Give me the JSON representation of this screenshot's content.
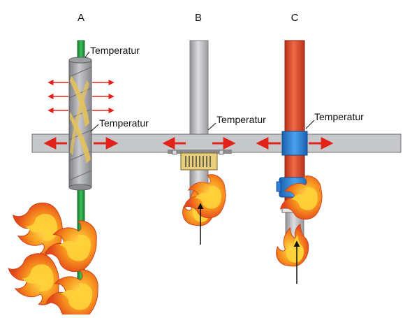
{
  "figure": {
    "labels": {
      "a": "A",
      "b": "B",
      "c": "C"
    },
    "temperature_label": "Temperatur",
    "colors": {
      "slab": "#c7c8cb",
      "slab_outline": "#6e6e6e",
      "grey_pipe": "#b9babd",
      "green_pipe": "#1f9a3a",
      "red_pipe": "#d9442a",
      "blue_collar": "#2a7fd6",
      "yellow_wrap": "#e3c15c",
      "heat_arrow": "#e2231a",
      "flame_outer": "#f26b1d",
      "flame_inner": "#ffd23a"
    }
  }
}
